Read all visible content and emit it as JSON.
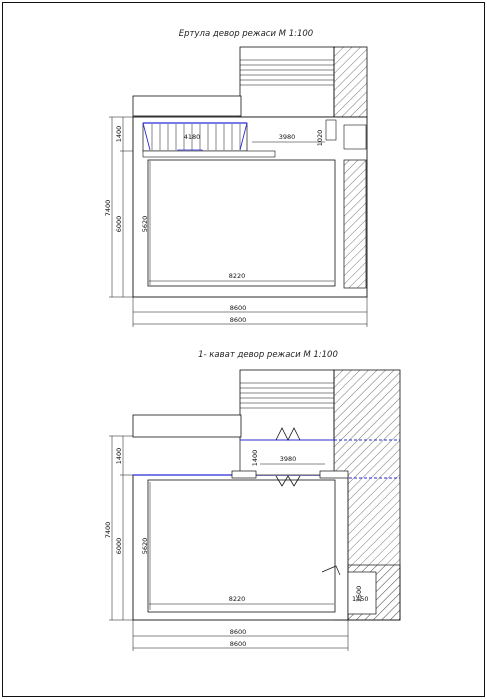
{
  "plans": [
    {
      "title": "Ертула девор режаси М 1:100",
      "dims": {
        "total_h": "7400",
        "part_h": "6000",
        "upper_h": "1400",
        "stair_w": "4180",
        "room_w": "3980",
        "door_h": "1020",
        "inner_h": "5620",
        "inner_w": "8220",
        "outer_w1": "8600",
        "outer_w2": "8600"
      }
    },
    {
      "title": "1- кават девор режаси М 1:100",
      "dims": {
        "total_h": "7400",
        "part_h": "6000",
        "upper_h": "1400",
        "door_h": "1400",
        "room_w": "3980",
        "inner_h": "5620",
        "inner_w": "8220",
        "small_w": "1450",
        "small_h": "1500",
        "outer_w1": "8600",
        "outer_w2": "8600"
      }
    }
  ],
  "colors": {
    "line": "#111111",
    "accent": "#2b2bd6",
    "hatch": "#555555"
  }
}
